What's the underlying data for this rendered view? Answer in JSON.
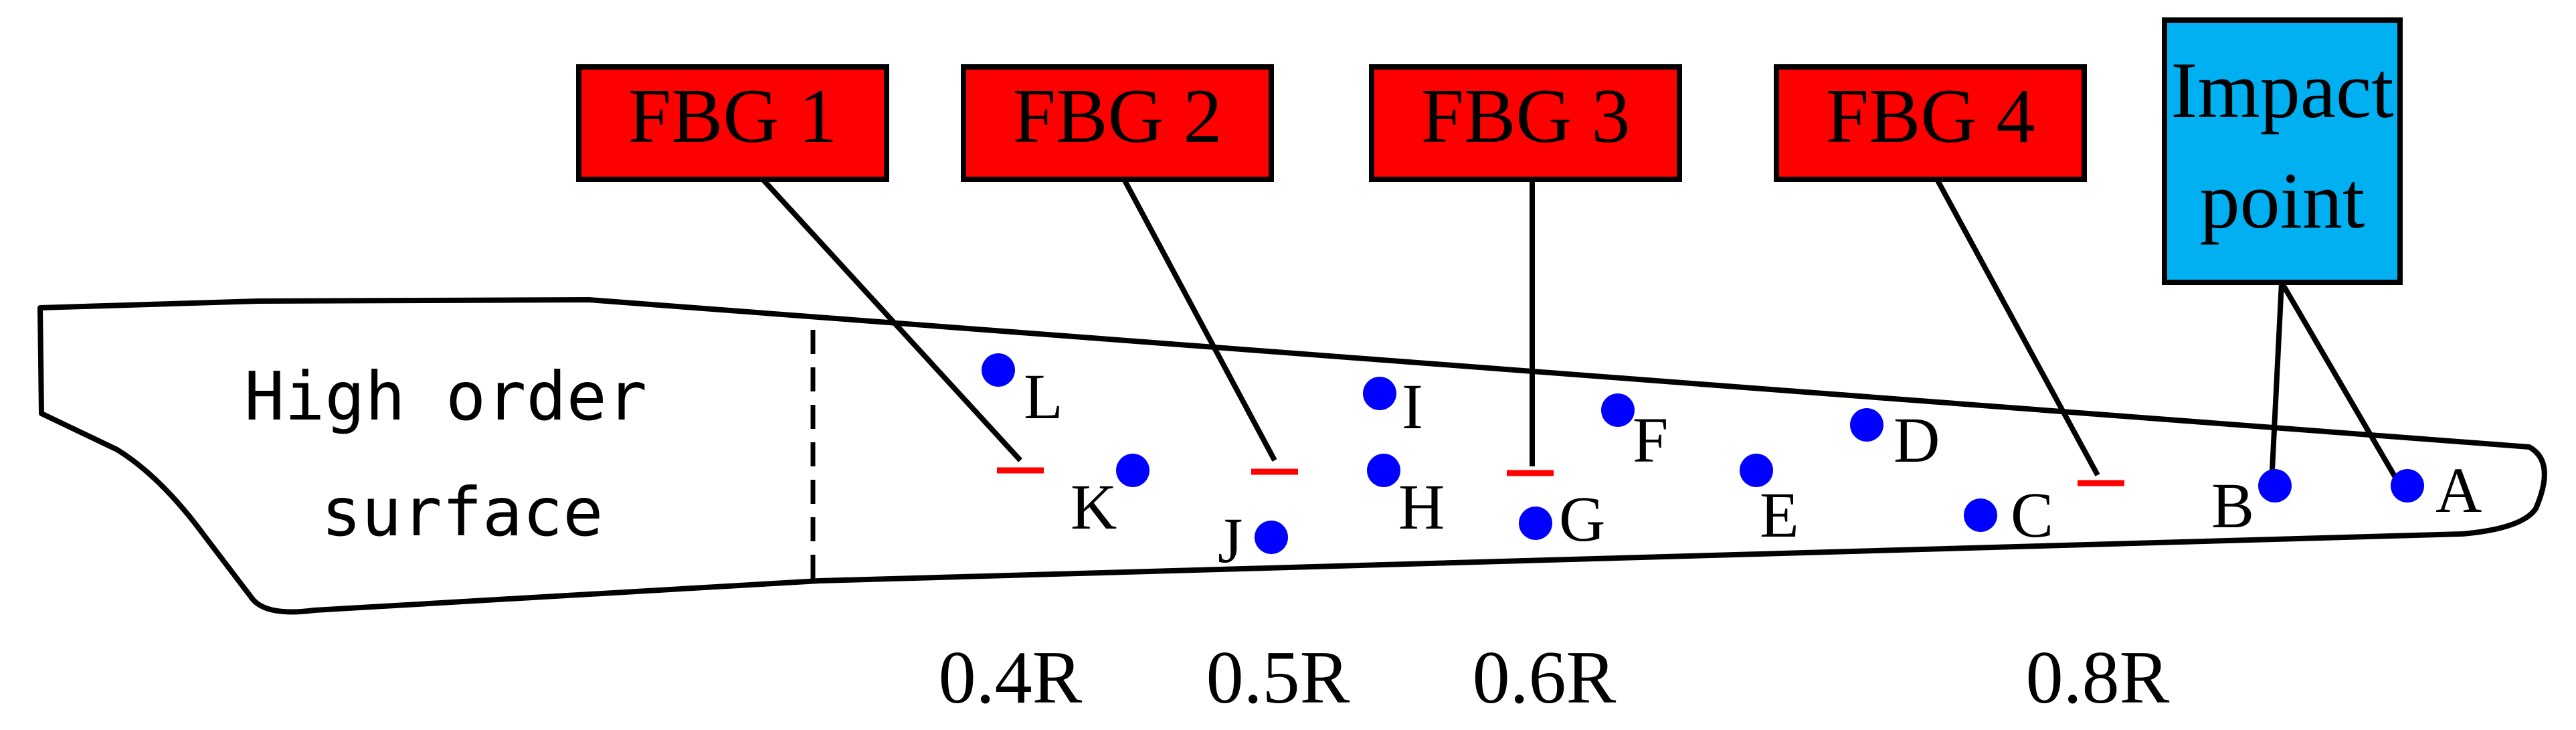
{
  "diagram": {
    "surface_label_line1": "High order",
    "surface_label_line2": "surface",
    "sensors": [
      {
        "id": "fbg1",
        "label": "FBG 1"
      },
      {
        "id": "fbg2",
        "label": "FBG 2"
      },
      {
        "id": "fbg3",
        "label": "FBG 3"
      },
      {
        "id": "fbg4",
        "label": "FBG 4"
      }
    ],
    "impact_label_line1": "Impact",
    "impact_label_line2": "point",
    "points": [
      "A",
      "B",
      "C",
      "D",
      "E",
      "F",
      "G",
      "H",
      "I",
      "J",
      "K",
      "L"
    ],
    "radial_positions": [
      "0.4R",
      "0.5R",
      "0.6R",
      "0.8R"
    ],
    "colors": {
      "sensor_box": "#ff0000",
      "impact_box": "#00b0f0",
      "point": "#0000ff",
      "sensor_mark": "#ff0000",
      "outline": "#000000"
    }
  }
}
